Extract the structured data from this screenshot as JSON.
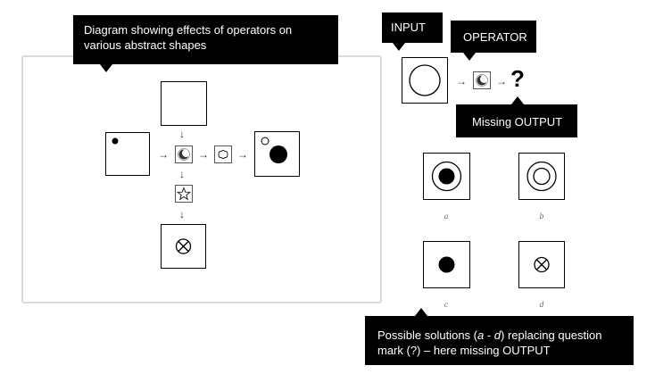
{
  "callouts": {
    "diagram_desc": "Diagram showing effects of operators on various abstract shapes",
    "input": "INPUT",
    "operator": "OPERATOR",
    "missing_output": "Missing OUTPUT",
    "solutions_prefix": "Possible solutions (",
    "solutions_a": "a",
    "solutions_dash": " - ",
    "solutions_d": "d",
    "solutions_suffix": ") replacing question mark (?) – here missing OUTPUT"
  },
  "question_mark": "?",
  "arrow_right": "→",
  "arrow_down": "↓",
  "choices": [
    {
      "label": "a",
      "content": "filled-dot-in-ring"
    },
    {
      "label": "b",
      "content": "double-ring"
    },
    {
      "label": "c",
      "content": "filled-dot"
    },
    {
      "label": "d",
      "content": "circled-x"
    }
  ],
  "colors": {
    "callout_bg": "#000000",
    "panel_border": "#d9d9d9"
  }
}
